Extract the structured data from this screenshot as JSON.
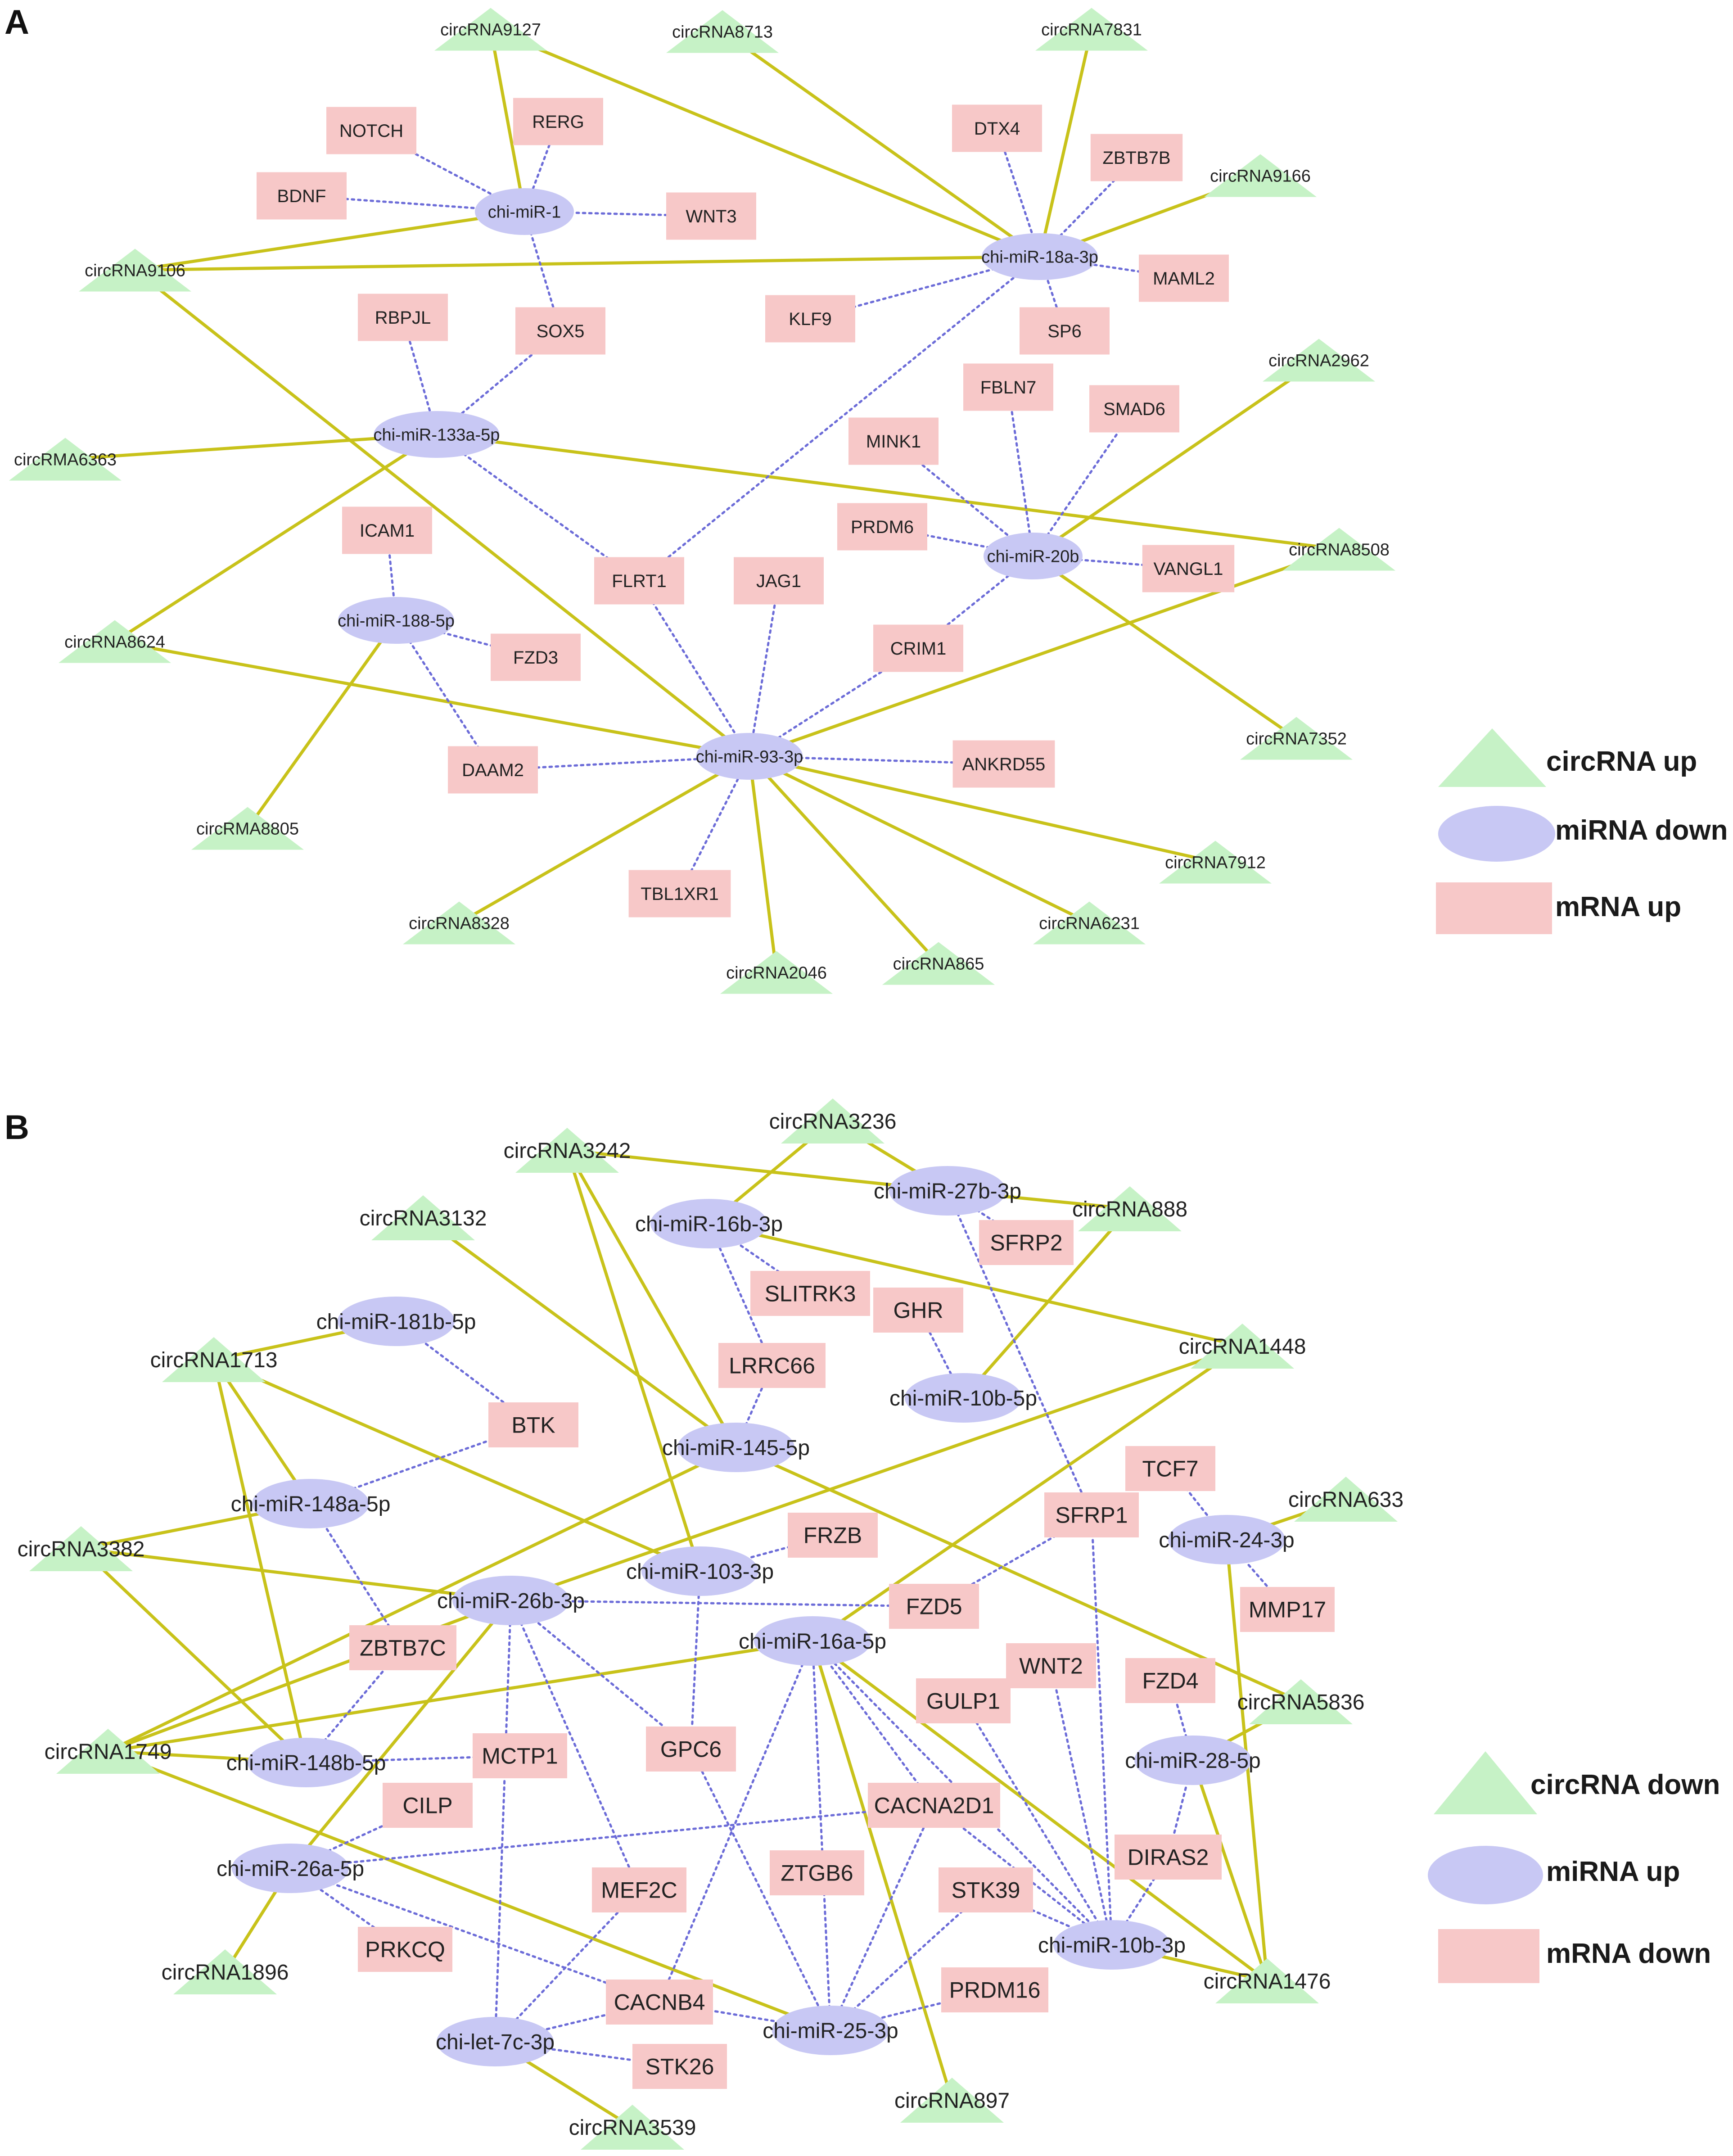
{
  "colors": {
    "circ": "#c6f2c6",
    "mirna": "#c8c8f4",
    "mrna": "#f7c8c8",
    "solid_edge": "#c8c21a",
    "dotted_edge": "#6c6cd8"
  },
  "panels": [
    {
      "label": "A",
      "legend": {
        "circ": "circRNA up",
        "mirna": "miRNA down",
        "mrna": "mRNA up"
      },
      "nodes": [
        {
          "id": "c9127",
          "t": "circ",
          "label": "circRNA9127"
        },
        {
          "id": "c8713",
          "t": "circ",
          "label": "circRNA8713"
        },
        {
          "id": "c7831",
          "t": "circ",
          "label": "circRNA7831"
        },
        {
          "id": "c9166",
          "t": "circ",
          "label": "circRNA9166"
        },
        {
          "id": "c9106",
          "t": "circ",
          "label": "circRNA9106"
        },
        {
          "id": "c6363",
          "t": "circ",
          "label": "circRMA6363"
        },
        {
          "id": "c2962",
          "t": "circ",
          "label": "circRNA2962"
        },
        {
          "id": "c8508",
          "t": "circ",
          "label": "circRNA8508"
        },
        {
          "id": "c8624",
          "t": "circ",
          "label": "circRNA8624"
        },
        {
          "id": "c7352",
          "t": "circ",
          "label": "circRNA7352"
        },
        {
          "id": "c8805",
          "t": "circ",
          "label": "circRMA8805"
        },
        {
          "id": "c7912",
          "t": "circ",
          "label": "circRNA7912"
        },
        {
          "id": "c6231",
          "t": "circ",
          "label": "circRNA6231"
        },
        {
          "id": "c8328",
          "t": "circ",
          "label": "circRNA8328"
        },
        {
          "id": "c2046",
          "t": "circ",
          "label": "circRNA2046"
        },
        {
          "id": "c865",
          "t": "circ",
          "label": "circRNA865"
        },
        {
          "id": "m1",
          "t": "mirna",
          "label": "chi-miR-1"
        },
        {
          "id": "m18a",
          "t": "mirna",
          "label": "chi-miR-18a-3p"
        },
        {
          "id": "m133a",
          "t": "mirna",
          "label": "chi-miR-133a-5p"
        },
        {
          "id": "m20b",
          "t": "mirna",
          "label": "chi-miR-20b"
        },
        {
          "id": "m188",
          "t": "mirna",
          "label": "chi-miR-188-5p"
        },
        {
          "id": "m93",
          "t": "mirna",
          "label": "chi-miR-93-3p"
        },
        {
          "id": "NOTCH",
          "t": "mrna",
          "label": "NOTCH"
        },
        {
          "id": "RERG",
          "t": "mrna",
          "label": "RERG"
        },
        {
          "id": "BDNF",
          "t": "mrna",
          "label": "BDNF"
        },
        {
          "id": "WNT3",
          "t": "mrna",
          "label": "WNT3"
        },
        {
          "id": "DTX4",
          "t": "mrna",
          "label": "DTX4"
        },
        {
          "id": "ZBTB7B",
          "t": "mrna",
          "label": "ZBTB7B"
        },
        {
          "id": "MAML2",
          "t": "mrna",
          "label": "MAML2"
        },
        {
          "id": "KLF9",
          "t": "mrna",
          "label": "KLF9"
        },
        {
          "id": "SP6",
          "t": "mrna",
          "label": "SP6"
        },
        {
          "id": "RBPJL",
          "t": "mrna",
          "label": "RBPJL"
        },
        {
          "id": "SOX5",
          "t": "mrna",
          "label": "SOX5"
        },
        {
          "id": "FBLN7",
          "t": "mrna",
          "label": "FBLN7"
        },
        {
          "id": "SMAD6",
          "t": "mrna",
          "label": "SMAD6"
        },
        {
          "id": "MINK1",
          "t": "mrna",
          "label": "MINK1"
        },
        {
          "id": "PRDM6",
          "t": "mrna",
          "label": "PRDM6"
        },
        {
          "id": "VANGL1",
          "t": "mrna",
          "label": "VANGL1"
        },
        {
          "id": "ICAM1",
          "t": "mrna",
          "label": "ICAM1"
        },
        {
          "id": "FLRT1",
          "t": "mrna",
          "label": "FLRT1"
        },
        {
          "id": "JAG1",
          "t": "mrna",
          "label": "JAG1"
        },
        {
          "id": "CRIM1",
          "t": "mrna",
          "label": "CRIM1"
        },
        {
          "id": "FZD3",
          "t": "mrna",
          "label": "FZD3"
        },
        {
          "id": "DAAM2",
          "t": "mrna",
          "label": "DAAM2"
        },
        {
          "id": "ANKRD55",
          "t": "mrna",
          "label": "ANKRD55"
        },
        {
          "id": "TBL1XR1",
          "t": "mrna",
          "label": "TBL1XR1"
        }
      ],
      "edges": [
        [
          "c9127",
          "m1",
          "s"
        ],
        [
          "c9127",
          "m18a",
          "s"
        ],
        [
          "c8713",
          "m18a",
          "s"
        ],
        [
          "c7831",
          "m18a",
          "s"
        ],
        [
          "c9166",
          "m18a",
          "s"
        ],
        [
          "c9106",
          "m1",
          "s"
        ],
        [
          "c9106",
          "m18a",
          "s"
        ],
        [
          "c9106",
          "m93",
          "s"
        ],
        [
          "c6363",
          "m133a",
          "s"
        ],
        [
          "c8508",
          "m133a",
          "s"
        ],
        [
          "c8624",
          "m133a",
          "s"
        ],
        [
          "c2962",
          "m20b",
          "s"
        ],
        [
          "c7352",
          "m20b",
          "s"
        ],
        [
          "c8508",
          "m93",
          "s"
        ],
        [
          "c8624",
          "m93",
          "s"
        ],
        [
          "c8805",
          "m188",
          "s"
        ],
        [
          "c7912",
          "m93",
          "s"
        ],
        [
          "c6231",
          "m93",
          "s"
        ],
        [
          "c8328",
          "m93",
          "s"
        ],
        [
          "c2046",
          "m93",
          "s"
        ],
        [
          "c865",
          "m93",
          "s"
        ],
        [
          "NOTCH",
          "m1",
          "d"
        ],
        [
          "RERG",
          "m1",
          "d"
        ],
        [
          "BDNF",
          "m1",
          "d"
        ],
        [
          "WNT3",
          "m1",
          "d"
        ],
        [
          "SOX5",
          "m1",
          "d"
        ],
        [
          "DTX4",
          "m18a",
          "d"
        ],
        [
          "ZBTB7B",
          "m18a",
          "d"
        ],
        [
          "MAML2",
          "m18a",
          "d"
        ],
        [
          "KLF9",
          "m18a",
          "d"
        ],
        [
          "SP6",
          "m18a",
          "d"
        ],
        [
          "FLRT1",
          "m18a",
          "d"
        ],
        [
          "RBPJL",
          "m133a",
          "d"
        ],
        [
          "SOX5",
          "m133a",
          "d"
        ],
        [
          "FLRT1",
          "m133a",
          "d"
        ],
        [
          "FBLN7",
          "m20b",
          "d"
        ],
        [
          "SMAD6",
          "m20b",
          "d"
        ],
        [
          "MINK1",
          "m20b",
          "d"
        ],
        [
          "PRDM6",
          "m20b",
          "d"
        ],
        [
          "VANGL1",
          "m20b",
          "d"
        ],
        [
          "CRIM1",
          "m20b",
          "d"
        ],
        [
          "ICAM1",
          "m188",
          "d"
        ],
        [
          "FZD3",
          "m188",
          "d"
        ],
        [
          "DAAM2",
          "m188",
          "d"
        ],
        [
          "FLRT1",
          "m93",
          "d"
        ],
        [
          "JAG1",
          "m93",
          "d"
        ],
        [
          "CRIM1",
          "m93",
          "d"
        ],
        [
          "DAAM2",
          "m93",
          "d"
        ],
        [
          "ANKRD55",
          "m93",
          "d"
        ],
        [
          "TBL1XR1",
          "m93",
          "d"
        ]
      ]
    },
    {
      "label": "B",
      "legend": {
        "circ": "circRNA down",
        "mirna": "miRNA up",
        "mrna": "mRNA down"
      },
      "nodes": [
        {
          "id": "c3236",
          "t": "circ",
          "label": "circRNA3236"
        },
        {
          "id": "c3242",
          "t": "circ",
          "label": "circRNA3242"
        },
        {
          "id": "c888",
          "t": "circ",
          "label": "circRNA888"
        },
        {
          "id": "c3132",
          "t": "circ",
          "label": "circRNA3132"
        },
        {
          "id": "c1448",
          "t": "circ",
          "label": "circRNA1448"
        },
        {
          "id": "c1713",
          "t": "circ",
          "label": "circRNA1713"
        },
        {
          "id": "c633",
          "t": "circ",
          "label": "circRNA633"
        },
        {
          "id": "c3382",
          "t": "circ",
          "label": "circRNA3382"
        },
        {
          "id": "c5836",
          "t": "circ",
          "label": "circRNA5836"
        },
        {
          "id": "c1749",
          "t": "circ",
          "label": "circRNA1749"
        },
        {
          "id": "c1896",
          "t": "circ",
          "label": "circRNA1896"
        },
        {
          "id": "c1476",
          "t": "circ",
          "label": "circRNA1476"
        },
        {
          "id": "c897",
          "t": "circ",
          "label": "circRNA897"
        },
        {
          "id": "c3539",
          "t": "circ",
          "label": "circRNA3539"
        },
        {
          "id": "m27b",
          "t": "mirna",
          "label": "chi-miR-27b-3p"
        },
        {
          "id": "m16b",
          "t": "mirna",
          "label": "chi-miR-16b-3p"
        },
        {
          "id": "m181b",
          "t": "mirna",
          "label": "chi-miR-181b-5p"
        },
        {
          "id": "m10b5",
          "t": "mirna",
          "label": "chi-miR-10b-5p"
        },
        {
          "id": "m145",
          "t": "mirna",
          "label": "chi-miR-145-5p"
        },
        {
          "id": "m148a",
          "t": "mirna",
          "label": "chi-miR-148a-5p"
        },
        {
          "id": "m24",
          "t": "mirna",
          "label": "chi-miR-24-3p"
        },
        {
          "id": "m103",
          "t": "mirna",
          "label": "chi-miR-103-3p"
        },
        {
          "id": "m26b",
          "t": "mirna",
          "label": "chi-miR-26b-3p"
        },
        {
          "id": "m16a",
          "t": "mirna",
          "label": "chi-miR-16a-5p"
        },
        {
          "id": "m148b",
          "t": "mirna",
          "label": "chi-miR-148b-5p"
        },
        {
          "id": "m28",
          "t": "mirna",
          "label": "chi-miR-28-5p"
        },
        {
          "id": "m26a",
          "t": "mirna",
          "label": "chi-miR-26a-5p"
        },
        {
          "id": "m10b3",
          "t": "mirna",
          "label": "chi-miR-10b-3p"
        },
        {
          "id": "m25",
          "t": "mirna",
          "label": "chi-miR-25-3p"
        },
        {
          "id": "mlet7c",
          "t": "mirna",
          "label": "chi-let-7c-3p"
        },
        {
          "id": "SFRP2",
          "t": "mrna",
          "label": "SFRP2"
        },
        {
          "id": "SLITRK3",
          "t": "mrna",
          "label": "SLITRK3"
        },
        {
          "id": "GHR",
          "t": "mrna",
          "label": "GHR"
        },
        {
          "id": "LRRC66",
          "t": "mrna",
          "label": "LRRC66"
        },
        {
          "id": "BTK",
          "t": "mrna",
          "label": "BTK"
        },
        {
          "id": "TCF7",
          "t": "mrna",
          "label": "TCF7"
        },
        {
          "id": "SFRP1",
          "t": "mrna",
          "label": "SFRP1"
        },
        {
          "id": "FRZB",
          "t": "mrna",
          "label": "FRZB"
        },
        {
          "id": "FZD5",
          "t": "mrna",
          "label": "FZD5"
        },
        {
          "id": "MMP17",
          "t": "mrna",
          "label": "MMP17"
        },
        {
          "id": "ZBTB7C",
          "t": "mrna",
          "label": "ZBTB7C"
        },
        {
          "id": "WNT2",
          "t": "mrna",
          "label": "WNT2"
        },
        {
          "id": "GULP1",
          "t": "mrna",
          "label": "GULP1"
        },
        {
          "id": "FZD4",
          "t": "mrna",
          "label": "FZD4"
        },
        {
          "id": "GPC6",
          "t": "mrna",
          "label": "GPC6"
        },
        {
          "id": "MCTP1",
          "t": "mrna",
          "label": "MCTP1"
        },
        {
          "id": "CILP",
          "t": "mrna",
          "label": "CILP"
        },
        {
          "id": "CACNA2D1",
          "t": "mrna",
          "label": "CACNA2D1"
        },
        {
          "id": "DIRAS2",
          "t": "mrna",
          "label": "DIRAS2"
        },
        {
          "id": "ZTGB6",
          "t": "mrna",
          "label": "ZTGB6"
        },
        {
          "id": "MEF2C",
          "t": "mrna",
          "label": "MEF2C"
        },
        {
          "id": "STK39",
          "t": "mrna",
          "label": "STK39"
        },
        {
          "id": "PRKCQ",
          "t": "mrna",
          "label": "PRKCQ"
        },
        {
          "id": "PRDM16",
          "t": "mrna",
          "label": "PRDM16"
        },
        {
          "id": "CACNB4",
          "t": "mrna",
          "label": "CACNB4"
        },
        {
          "id": "STK26",
          "t": "mrna",
          "label": "STK26"
        }
      ],
      "edges": [
        [
          "c3236",
          "m16b",
          "s"
        ],
        [
          "c3242",
          "m27b",
          "s"
        ],
        [
          "c3236",
          "m27b",
          "s"
        ],
        [
          "c888",
          "m27b",
          "s"
        ],
        [
          "c888",
          "m10b5",
          "s"
        ],
        [
          "c1448",
          "m16b",
          "s"
        ],
        [
          "c3242",
          "m145",
          "s"
        ],
        [
          "c3242",
          "m103",
          "s"
        ],
        [
          "c3132",
          "m145",
          "s"
        ],
        [
          "c1713",
          "m181b",
          "s"
        ],
        [
          "c1713",
          "m103",
          "s"
        ],
        [
          "c1713",
          "m148a",
          "s"
        ],
        [
          "c1713",
          "m148b",
          "s"
        ],
        [
          "c3382",
          "m148a",
          "s"
        ],
        [
          "c3382",
          "m26b",
          "s"
        ],
        [
          "c3382",
          "m148b",
          "s"
        ],
        [
          "c1749",
          "m145",
          "s"
        ],
        [
          "c1749",
          "m26b",
          "s"
        ],
        [
          "c1749",
          "m16a",
          "s"
        ],
        [
          "c1749",
          "m148b",
          "s"
        ],
        [
          "c1749",
          "m25",
          "s"
        ],
        [
          "c1448",
          "m26b",
          "s"
        ],
        [
          "c1448",
          "m16a",
          "s"
        ],
        [
          "c633",
          "m24",
          "s"
        ],
        [
          "c1476",
          "m24",
          "s"
        ],
        [
          "c5836",
          "m28",
          "s"
        ],
        [
          "c1476",
          "m28",
          "s"
        ],
        [
          "c5836",
          "m145",
          "s"
        ],
        [
          "c1476",
          "m16a",
          "s"
        ],
        [
          "c1476",
          "m10b3",
          "s"
        ],
        [
          "c897",
          "m16a",
          "s"
        ],
        [
          "c1896",
          "m26a",
          "s"
        ],
        [
          "c3539",
          "mlet7c",
          "s"
        ],
        [
          "m26a",
          "m26b",
          "s"
        ],
        [
          "SFRP2",
          "m27b",
          "d"
        ],
        [
          "SFRP1",
          "m27b",
          "d"
        ],
        [
          "SLITRK3",
          "m16b",
          "d"
        ],
        [
          "LRRC66",
          "m16b",
          "d"
        ],
        [
          "GHR",
          "m10b5",
          "d"
        ],
        [
          "LRRC66",
          "m145",
          "d"
        ],
        [
          "BTK",
          "m181b",
          "d"
        ],
        [
          "BTK",
          "m148a",
          "d"
        ],
        [
          "ZBTB7C",
          "m148a",
          "d"
        ],
        [
          "ZBTB7C",
          "m148b",
          "d"
        ],
        [
          "FRZB",
          "m103",
          "d"
        ],
        [
          "GPC6",
          "m103",
          "d"
        ],
        [
          "FZD5",
          "m26b",
          "d"
        ],
        [
          "FZD5",
          "SFRP1",
          "d"
        ],
        [
          "TCF7",
          "m24",
          "d"
        ],
        [
          "MMP17",
          "m24",
          "d"
        ],
        [
          "GPC6",
          "m26b",
          "d"
        ],
        [
          "MEF2C",
          "m26b",
          "d"
        ],
        [
          "mlet7c",
          "m26b",
          "d"
        ],
        [
          "CACNA2D1",
          "m16a",
          "d"
        ],
        [
          "MCTP1",
          "m148b",
          "d"
        ],
        [
          "CILP",
          "m26a",
          "d"
        ],
        [
          "CACNA2D1",
          "m26a",
          "d"
        ],
        [
          "PRKCQ",
          "m26a",
          "d"
        ],
        [
          "CACNB4",
          "m26a",
          "d"
        ],
        [
          "FZD4",
          "m28",
          "d"
        ],
        [
          "DIRAS2",
          "m28",
          "d"
        ],
        [
          "SFRP1",
          "m10b3",
          "d"
        ],
        [
          "WNT2",
          "m10b3",
          "d"
        ],
        [
          "GULP1",
          "m10b3",
          "d"
        ],
        [
          "CACNA2D1",
          "m10b3",
          "d"
        ],
        [
          "STK39",
          "m10b3",
          "d"
        ],
        [
          "DIRAS2",
          "m10b3",
          "d"
        ],
        [
          "m16a",
          "m10b3",
          "d"
        ],
        [
          "m16a",
          "m25",
          "d"
        ],
        [
          "GPC6",
          "m25",
          "d"
        ],
        [
          "CACNA2D1",
          "m25",
          "d"
        ],
        [
          "STK39",
          "m25",
          "d"
        ],
        [
          "PRDM16",
          "m25",
          "d"
        ],
        [
          "CACNB4",
          "m25",
          "d"
        ],
        [
          "MEF2C",
          "mlet7c",
          "d"
        ],
        [
          "CACNB4",
          "mlet7c",
          "d"
        ],
        [
          "STK26",
          "mlet7c",
          "d"
        ],
        [
          "m16a",
          "CACNB4",
          "d"
        ]
      ]
    }
  ]
}
